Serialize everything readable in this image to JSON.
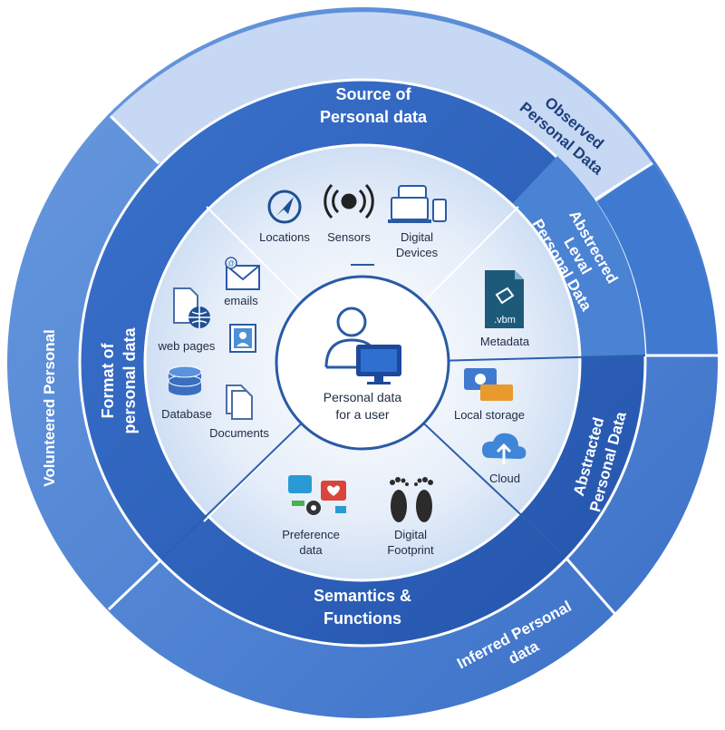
{
  "center": {
    "line1": "Personal data",
    "line2": "for a user"
  },
  "rings": {
    "source": {
      "line1": "Source of",
      "line2": "Personal data"
    },
    "format": {
      "line1": "Format of",
      "line2": "personal data"
    },
    "semantics": {
      "line1": "Semantics &",
      "line2": "Functions"
    }
  },
  "outer": {
    "observed": {
      "line1": "Observed",
      "line2": "Personal Data"
    },
    "abstrecred": {
      "line1": "Abstrecred",
      "line2": "Leval",
      "line3": "Personal Data"
    },
    "abstracted": {
      "line1": "Abstracted",
      "line2": "Personal Data"
    },
    "inferred": {
      "line1": "Inferred Personal",
      "line2": "data"
    },
    "volunteered": {
      "line1": "Volunteered Personal"
    }
  },
  "items": {
    "locations": "Locations",
    "sensors": "Sensors",
    "digital_devices_1": "Digital",
    "digital_devices_2": "Devices",
    "metadata": "Metadata",
    "file_ext": ".vbm",
    "local_storage": "Local storage",
    "cloud": "Cloud",
    "preference_1": "Preference",
    "preference_2": "data",
    "footprint_1": "Digital",
    "footprint_2": "Footprint",
    "emails": "emails",
    "web_pages": "web pages",
    "database": "Database",
    "documents": "Documents"
  },
  "colors": {
    "outer_ring": "#4f86d6",
    "outer_light": "#c9daf4",
    "mid_ring": "#2d62bd",
    "inner_disk": "#eef4fc",
    "center": "#ffffff",
    "icon_navy": "#1f4f94"
  }
}
